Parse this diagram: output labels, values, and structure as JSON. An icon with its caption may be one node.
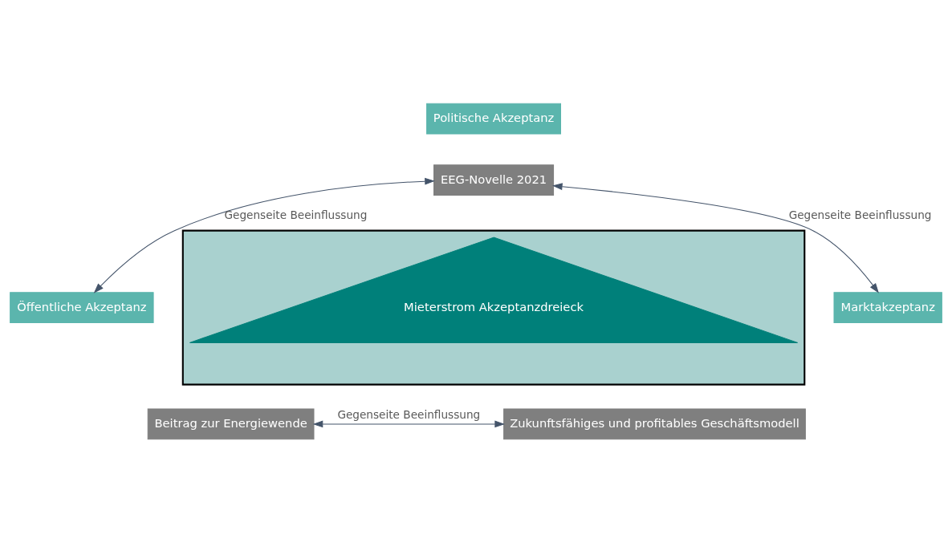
{
  "diagram": {
    "nodes": [
      {
        "text": [
          "Politische Akzeptanz"
        ]
      },
      {
        "text": [
          "EEG-Novelle 2021"
        ]
      },
      {
        "text": [
          "Öffentliche Akzeptanz"
        ]
      },
      {
        "text": [
          "Beitrag zur Energiewende"
        ]
      },
      {
        "text": [
          "Marktakzeptanz"
        ]
      },
      {
        "text": [
          "Zukunftsfähiges und profitables Geschäftsmodell"
        ]
      },
      {
        "text": [],
        "shape": "triangle"
      },
      {
        "text": [
          "Mieterstrom Akzeptanzdreieck"
        ],
        "in": 6
      }
    ],
    "edges": [
      {
        "from": 1,
        "to": 2,
        "arrow": "both",
        "label": "Gegenseite Beeinflussung"
      },
      {
        "from": 1,
        "to": 4,
        "arrow": "both",
        "label": "Gegenseite Beeinflussung"
      },
      {
        "from": 3,
        "to": 5,
        "arrow": "both",
        "label": "Gegenseite Beeinflussung"
      }
    ]
  }
}
